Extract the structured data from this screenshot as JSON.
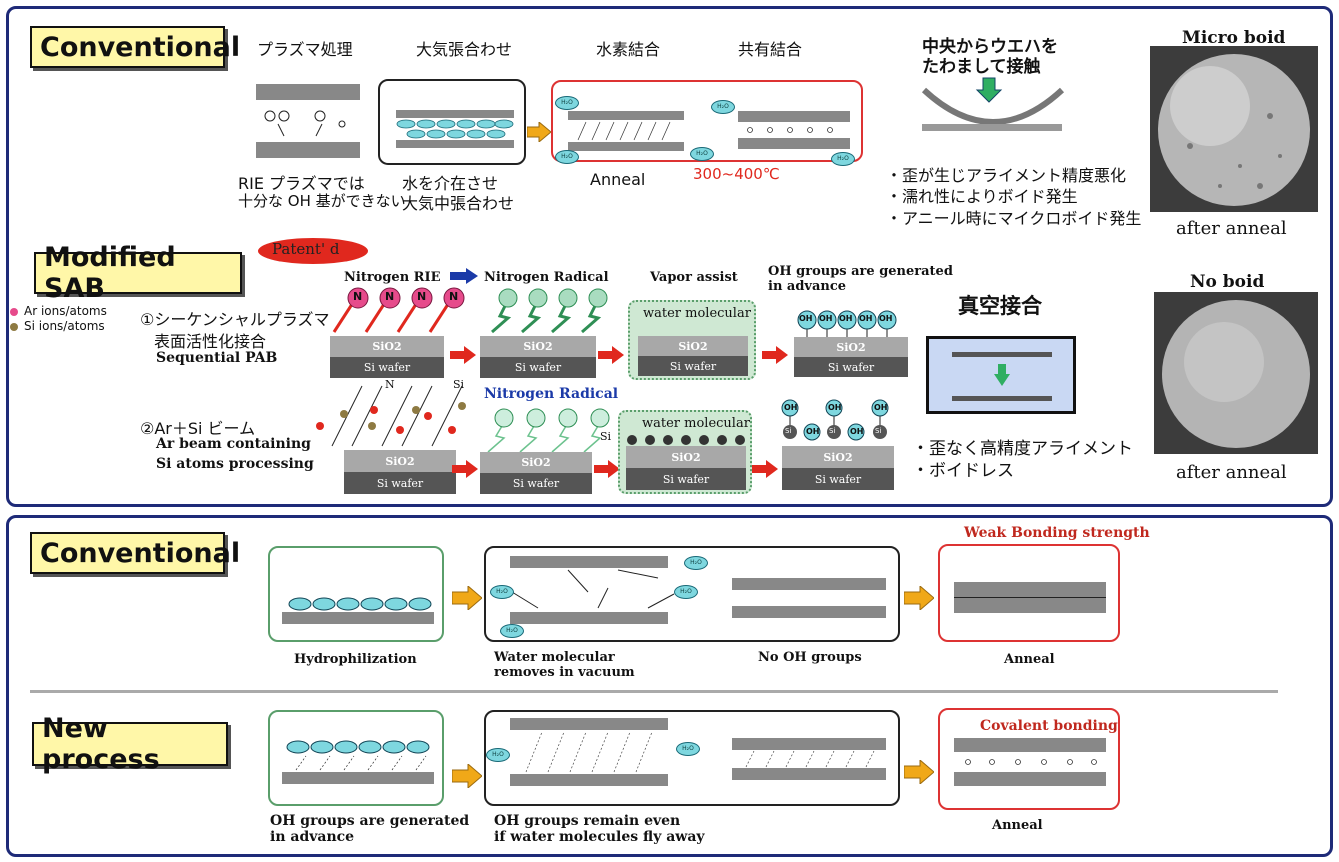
{
  "top": {
    "conventional_tag": "Conventional",
    "modified_tag": "Modified SAB",
    "steps": [
      "プラズマ処理",
      "大気張合わせ",
      "水素結合",
      "共有結合"
    ],
    "plasma_note": [
      "RIE プラズマでは",
      "十分な OH 基ができない"
    ],
    "water_note": [
      "水を介在させ",
      "大気中張合わせ"
    ],
    "anneal": "Anneal",
    "temp": "300~400℃",
    "contact_title": [
      "中央からウエハを",
      "たわまして接触"
    ],
    "bullets": [
      "・歪が生じアライメント精度悪化",
      "・濡れ性によりボイド発生",
      "・アニール時にマイクロボイド発生"
    ],
    "micro_boid": "Micro boid",
    "after_anneal_1": "after anneal",
    "no_boid": "No boid",
    "after_anneal_2": "after anneal",
    "patent": "Patent' d",
    "legend": [
      "Ar ions/atoms",
      "Si ions/atoms"
    ],
    "method1": [
      "①シーケンシャルプラズマ",
      "表面活性化接合",
      "Sequential PAB"
    ],
    "method2": [
      "②Ar＋Si ビーム",
      "Ar beam containing",
      "Si atoms processing"
    ],
    "nitrogen_rie": "Nitrogen RIE",
    "nitrogen_radical": "Nitrogen Radical",
    "nitrogen_radical_2": "Nitrogen Radical",
    "vapor_assist": "Vapor assist",
    "oh_advance": [
      "OH groups are generated",
      "in advance"
    ],
    "water_molecular": "water molecular",
    "vacuum_bond": "真空接合",
    "bullets2": [
      "・歪なく高精度アライメント",
      "・ボイドレス"
    ],
    "sio2": "SiO2",
    "si_wafer": "Si wafer",
    "n": "N",
    "oh": "OH",
    "si": "Si",
    "ar_label_n": "N",
    "ar_label_si": "Si"
  },
  "bottom": {
    "conventional_tag": "Conventional",
    "new_tag": "New process",
    "weak": "Weak  Bonding strength",
    "covalent": "Covalent bonding",
    "hydrophilization": "Hydrophilization",
    "water_removes": [
      "Water molecular",
      "removes in vacuum"
    ],
    "no_oh": "No OH groups",
    "anneal_1": "Anneal",
    "oh_gen": [
      "OH groups are generated",
      "in advance"
    ],
    "oh_remain": [
      "OH groups remain even",
      "if water molecules fly away"
    ],
    "anneal_2": "Anneal",
    "h2o": "H₂O"
  },
  "colors": {
    "panel_border": "#1e2a78",
    "tag_bg": "#fff7a8",
    "red": "#e0281e",
    "green": "#2f8f55",
    "arrow_yellow": "#f0a818"
  }
}
